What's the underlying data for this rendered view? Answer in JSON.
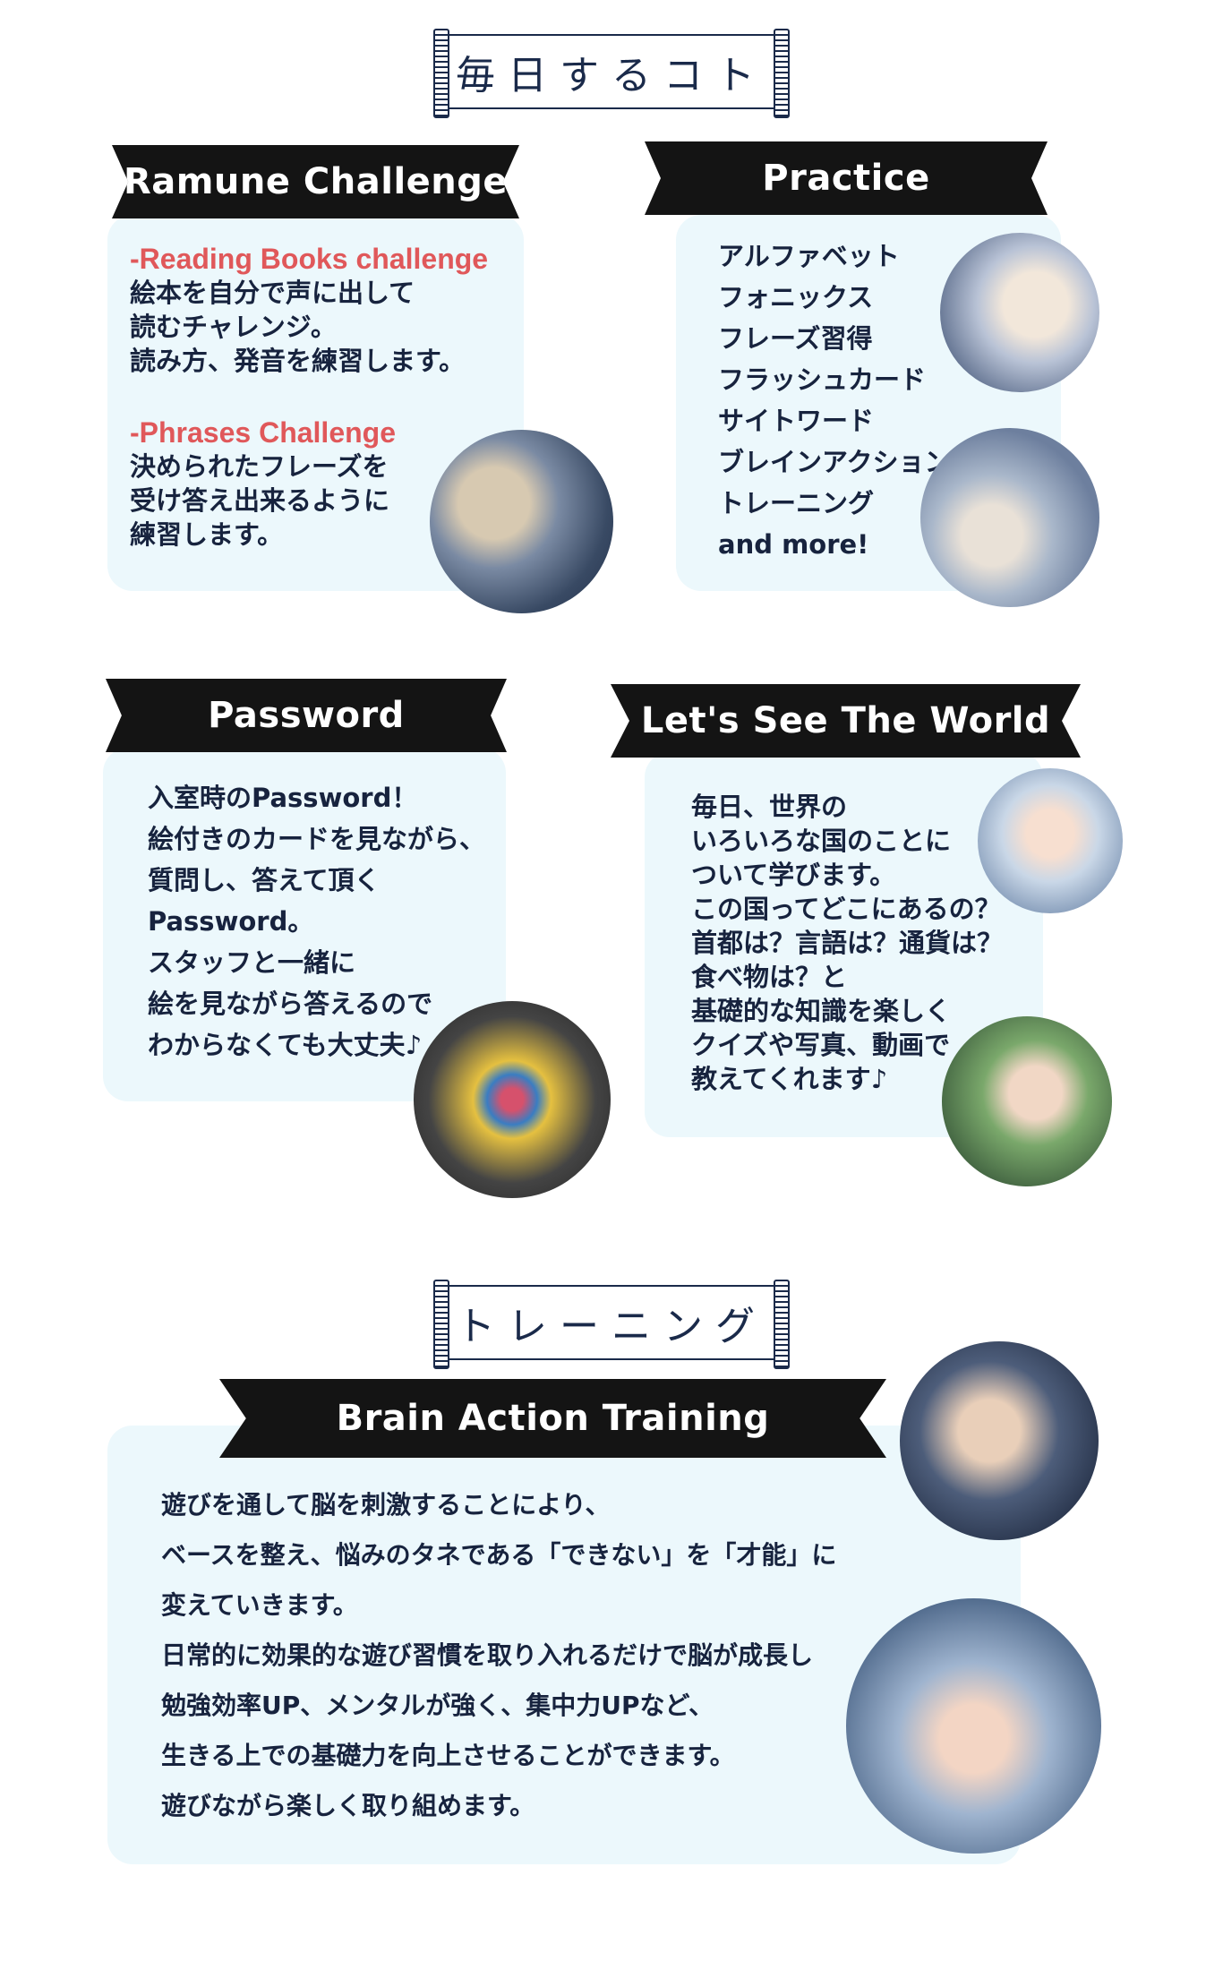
{
  "section1_label": "毎日するコト",
  "section2_label": "トレーニング",
  "ramune": {
    "title": "Ramune Challenge",
    "heading1": "-Reading Books challenge",
    "lines1": [
      "絵本を自分で声に出して",
      "読むチャレンジ。",
      "読み方、発音を練習します。"
    ],
    "heading2": "-Phrases Challenge",
    "lines2": [
      "決められたフレーズを",
      "受け答え出来るように",
      "練習します。"
    ]
  },
  "practice": {
    "title": "Practice",
    "items": [
      "アルファベット",
      "フォニックス",
      "フレーズ習得",
      "フラッシュカード",
      "サイトワード",
      "ブレインアクション",
      "トレーニング",
      "and more!"
    ]
  },
  "password": {
    "title": "Password",
    "lines": [
      "入室時のPassword！",
      "絵付きのカードを見ながら、",
      "質問し、答えて頂く",
      "Password。",
      "スタッフと一緒に",
      "絵を見ながら答えるので",
      "わからなくても大丈夫♪"
    ]
  },
  "world": {
    "title": "Let's See The World",
    "lines": [
      "毎日、世界の",
      "いろいろな国のことに",
      "ついて学びます。",
      "この国ってどこにあるの？",
      "首都は？言語は？通貨は？",
      "食べ物は？と",
      "基礎的な知識を楽しく",
      "クイズや写真、動画で",
      "教えてくれます♪"
    ]
  },
  "brain": {
    "title": "Brain Action Training",
    "lines": [
      "遊びを通して脳を刺激することにより、",
      "ベースを整え、悩みのタネである「できない」を「才能」に",
      "変えていきます。",
      "日常的に効果的な遊び習慣を取り入れるだけで脳が成長し",
      "勉強効率UP、メンタルが強く、集中力UPなど、",
      "生きる上での基礎力を向上させることができます。",
      "遊びながら楽しく取り組めます。"
    ]
  },
  "colors": {
    "ribbon": "#141414",
    "card": "#ecf8fc",
    "accent": "#e0585a",
    "text": "#17233e"
  }
}
